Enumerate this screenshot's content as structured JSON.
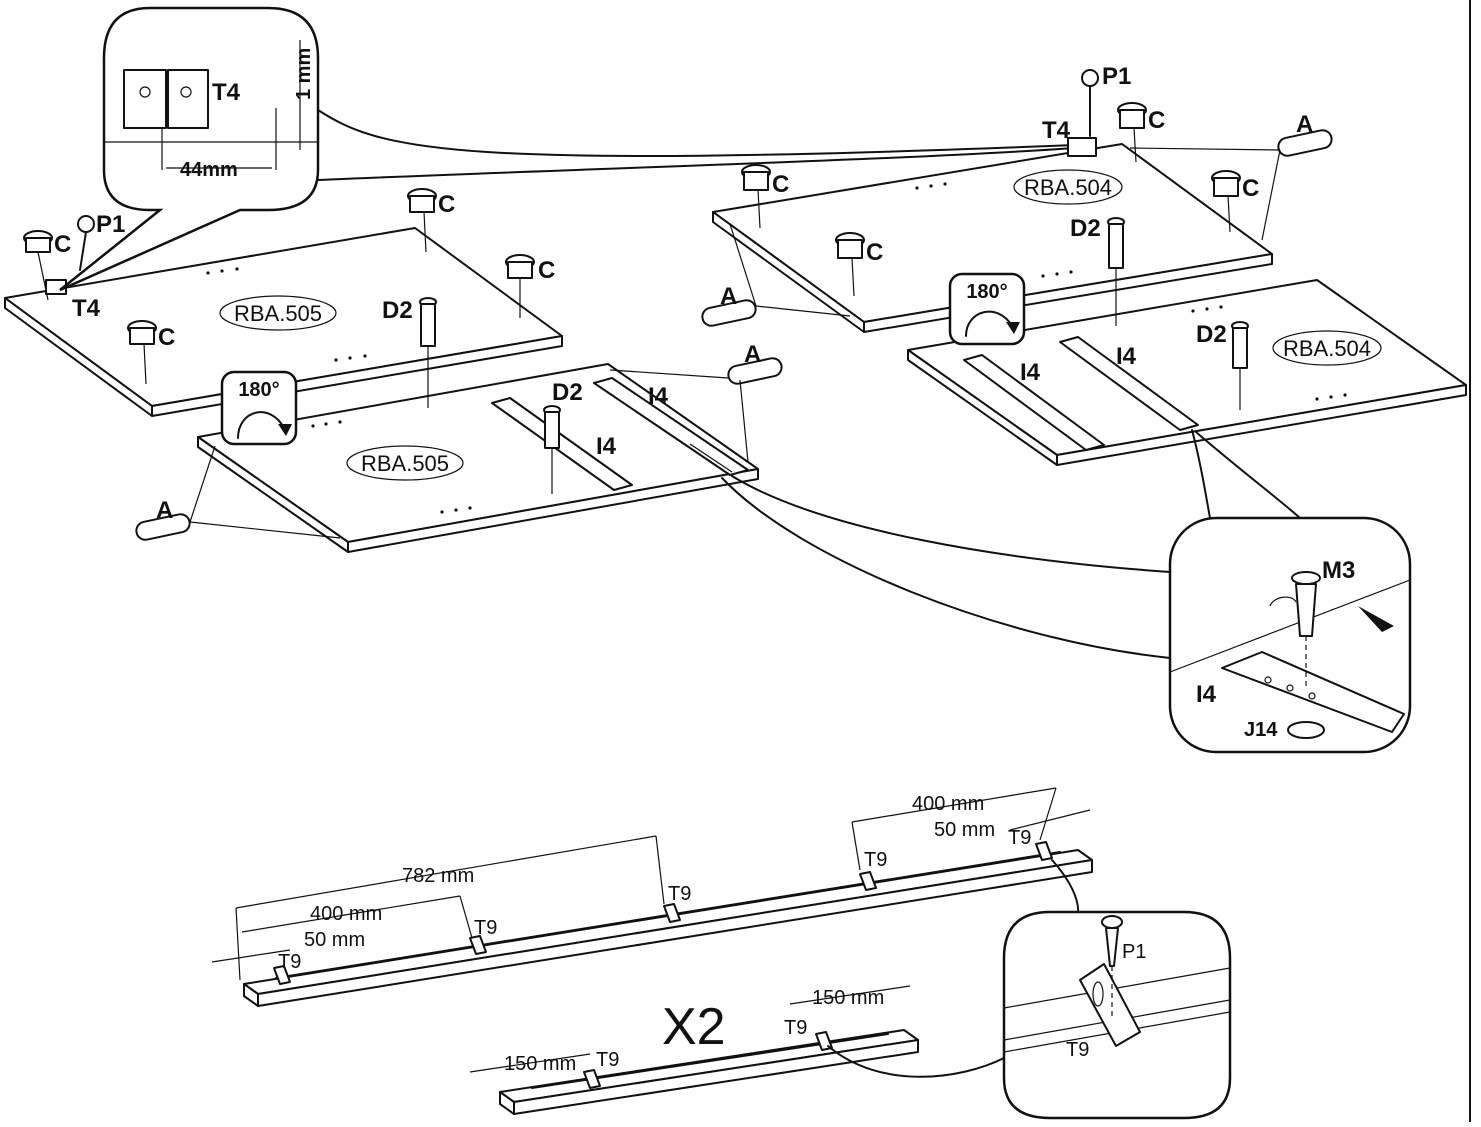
{
  "labels": {
    "t4": "T4",
    "p1": "P1",
    "c": "C",
    "a": "A",
    "d2": "D2",
    "i4": "I4",
    "m3": "M3",
    "j14": "J14",
    "t9": "T9",
    "rotate": "180°"
  },
  "panels": {
    "left_top": "RBA.505",
    "left_bottom": "RBA.505",
    "right_top": "RBA.504",
    "right_bottom": "RBA.504"
  },
  "dimensions": {
    "gap_1mm": "1 mm",
    "spacing_44mm": "44mm",
    "d_782": "782 mm",
    "d_400_left": "400 mm",
    "d_50_left": "50 mm",
    "d_400_right": "400 mm",
    "d_50_right": "50 mm",
    "d_150_left": "150 mm",
    "d_150_right": "150 mm"
  },
  "multiplier": "X2"
}
